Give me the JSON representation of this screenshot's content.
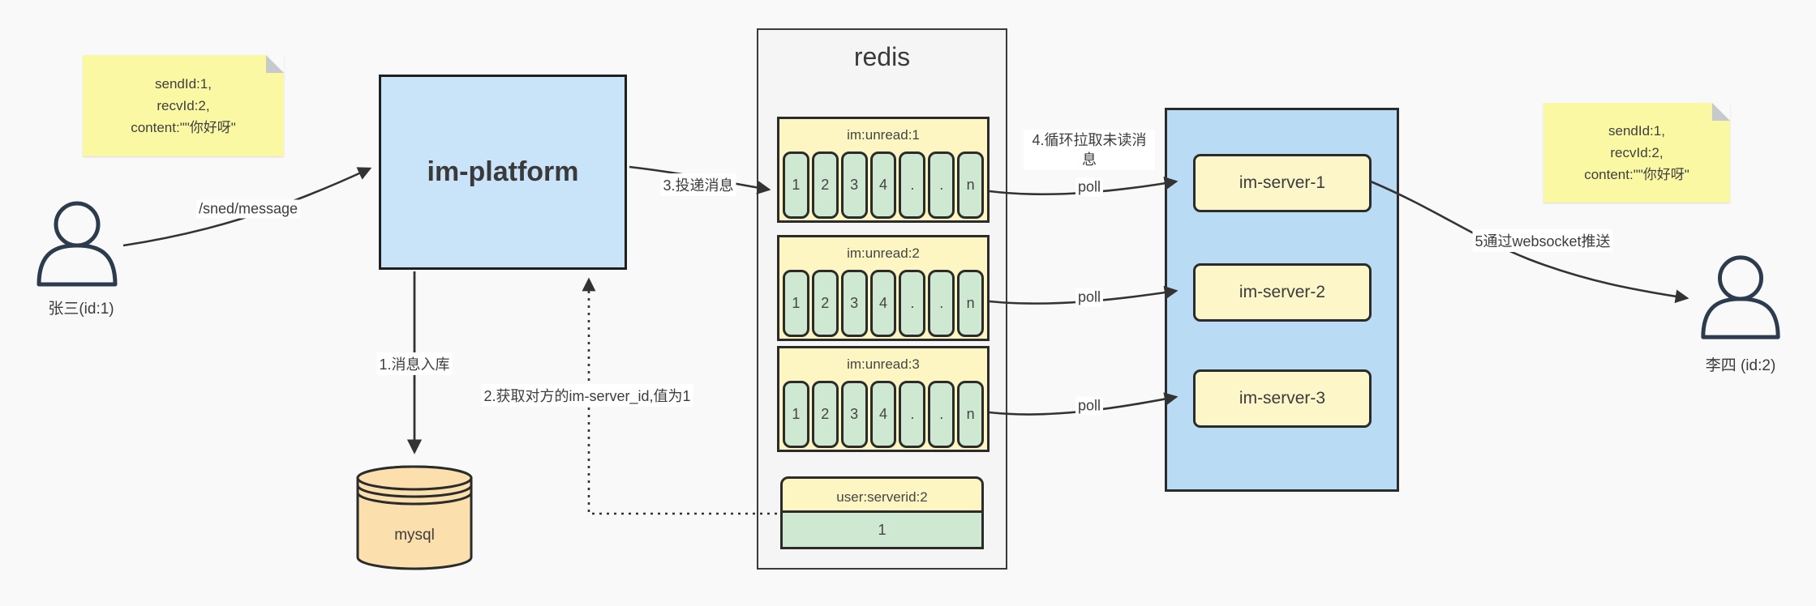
{
  "note_left": {
    "lines": [
      "sendId:1,",
      "recvId:2,",
      "content:\"\"你好呀\""
    ]
  },
  "note_right": {
    "lines": [
      "sendId:1,",
      "recvId:2,",
      "content:\"\"你好呀\""
    ]
  },
  "actors": {
    "left": {
      "label": "张三(id:1)"
    },
    "right": {
      "label": "李四 (id:2)"
    }
  },
  "platform": {
    "label": "im-platform"
  },
  "mysql": {
    "label": "mysql"
  },
  "redis": {
    "title": "redis",
    "groups": [
      {
        "title": "im:unread:1",
        "cells": [
          "1",
          "2",
          "3",
          "4",
          ".",
          ".",
          "n"
        ]
      },
      {
        "title": "im:unread:2",
        "cells": [
          "1",
          "2",
          "3",
          "4",
          ".",
          ".",
          "n"
        ]
      },
      {
        "title": "im:unread:3",
        "cells": [
          "1",
          "2",
          "3",
          "4",
          ".",
          ".",
          "n"
        ]
      }
    ],
    "kv": {
      "title": "user:serverid:2",
      "value": "1"
    }
  },
  "server_cluster": {
    "servers": [
      {
        "label": "im-server-1"
      },
      {
        "label": "im-server-2"
      },
      {
        "label": "im-server-3"
      }
    ]
  },
  "edges": {
    "send": "/sned/message",
    "step1": "1.消息入库",
    "step2": "2.获取对方的im-server_id,值为1",
    "step3": "3.投递消息",
    "step4": "4.循环拉取未读消息",
    "poll": "poll",
    "step5": "5通过websocket推送"
  },
  "colors": {
    "canvas_bg": "#f9f9f9",
    "platform_blue": "#c9e3f8",
    "cluster_blue": "#b9dbf4",
    "note_yellow": "#fbf8a3",
    "header_yellow": "#fdf6c3",
    "cell_green": "#cfe8d2",
    "server_yellow": "#fcf6c9",
    "mysql_orange": "#fbdfad",
    "redis_panel_gray": "#f5f5f6",
    "line_dark": "#333333",
    "person_stroke": "#2d3b4e"
  }
}
